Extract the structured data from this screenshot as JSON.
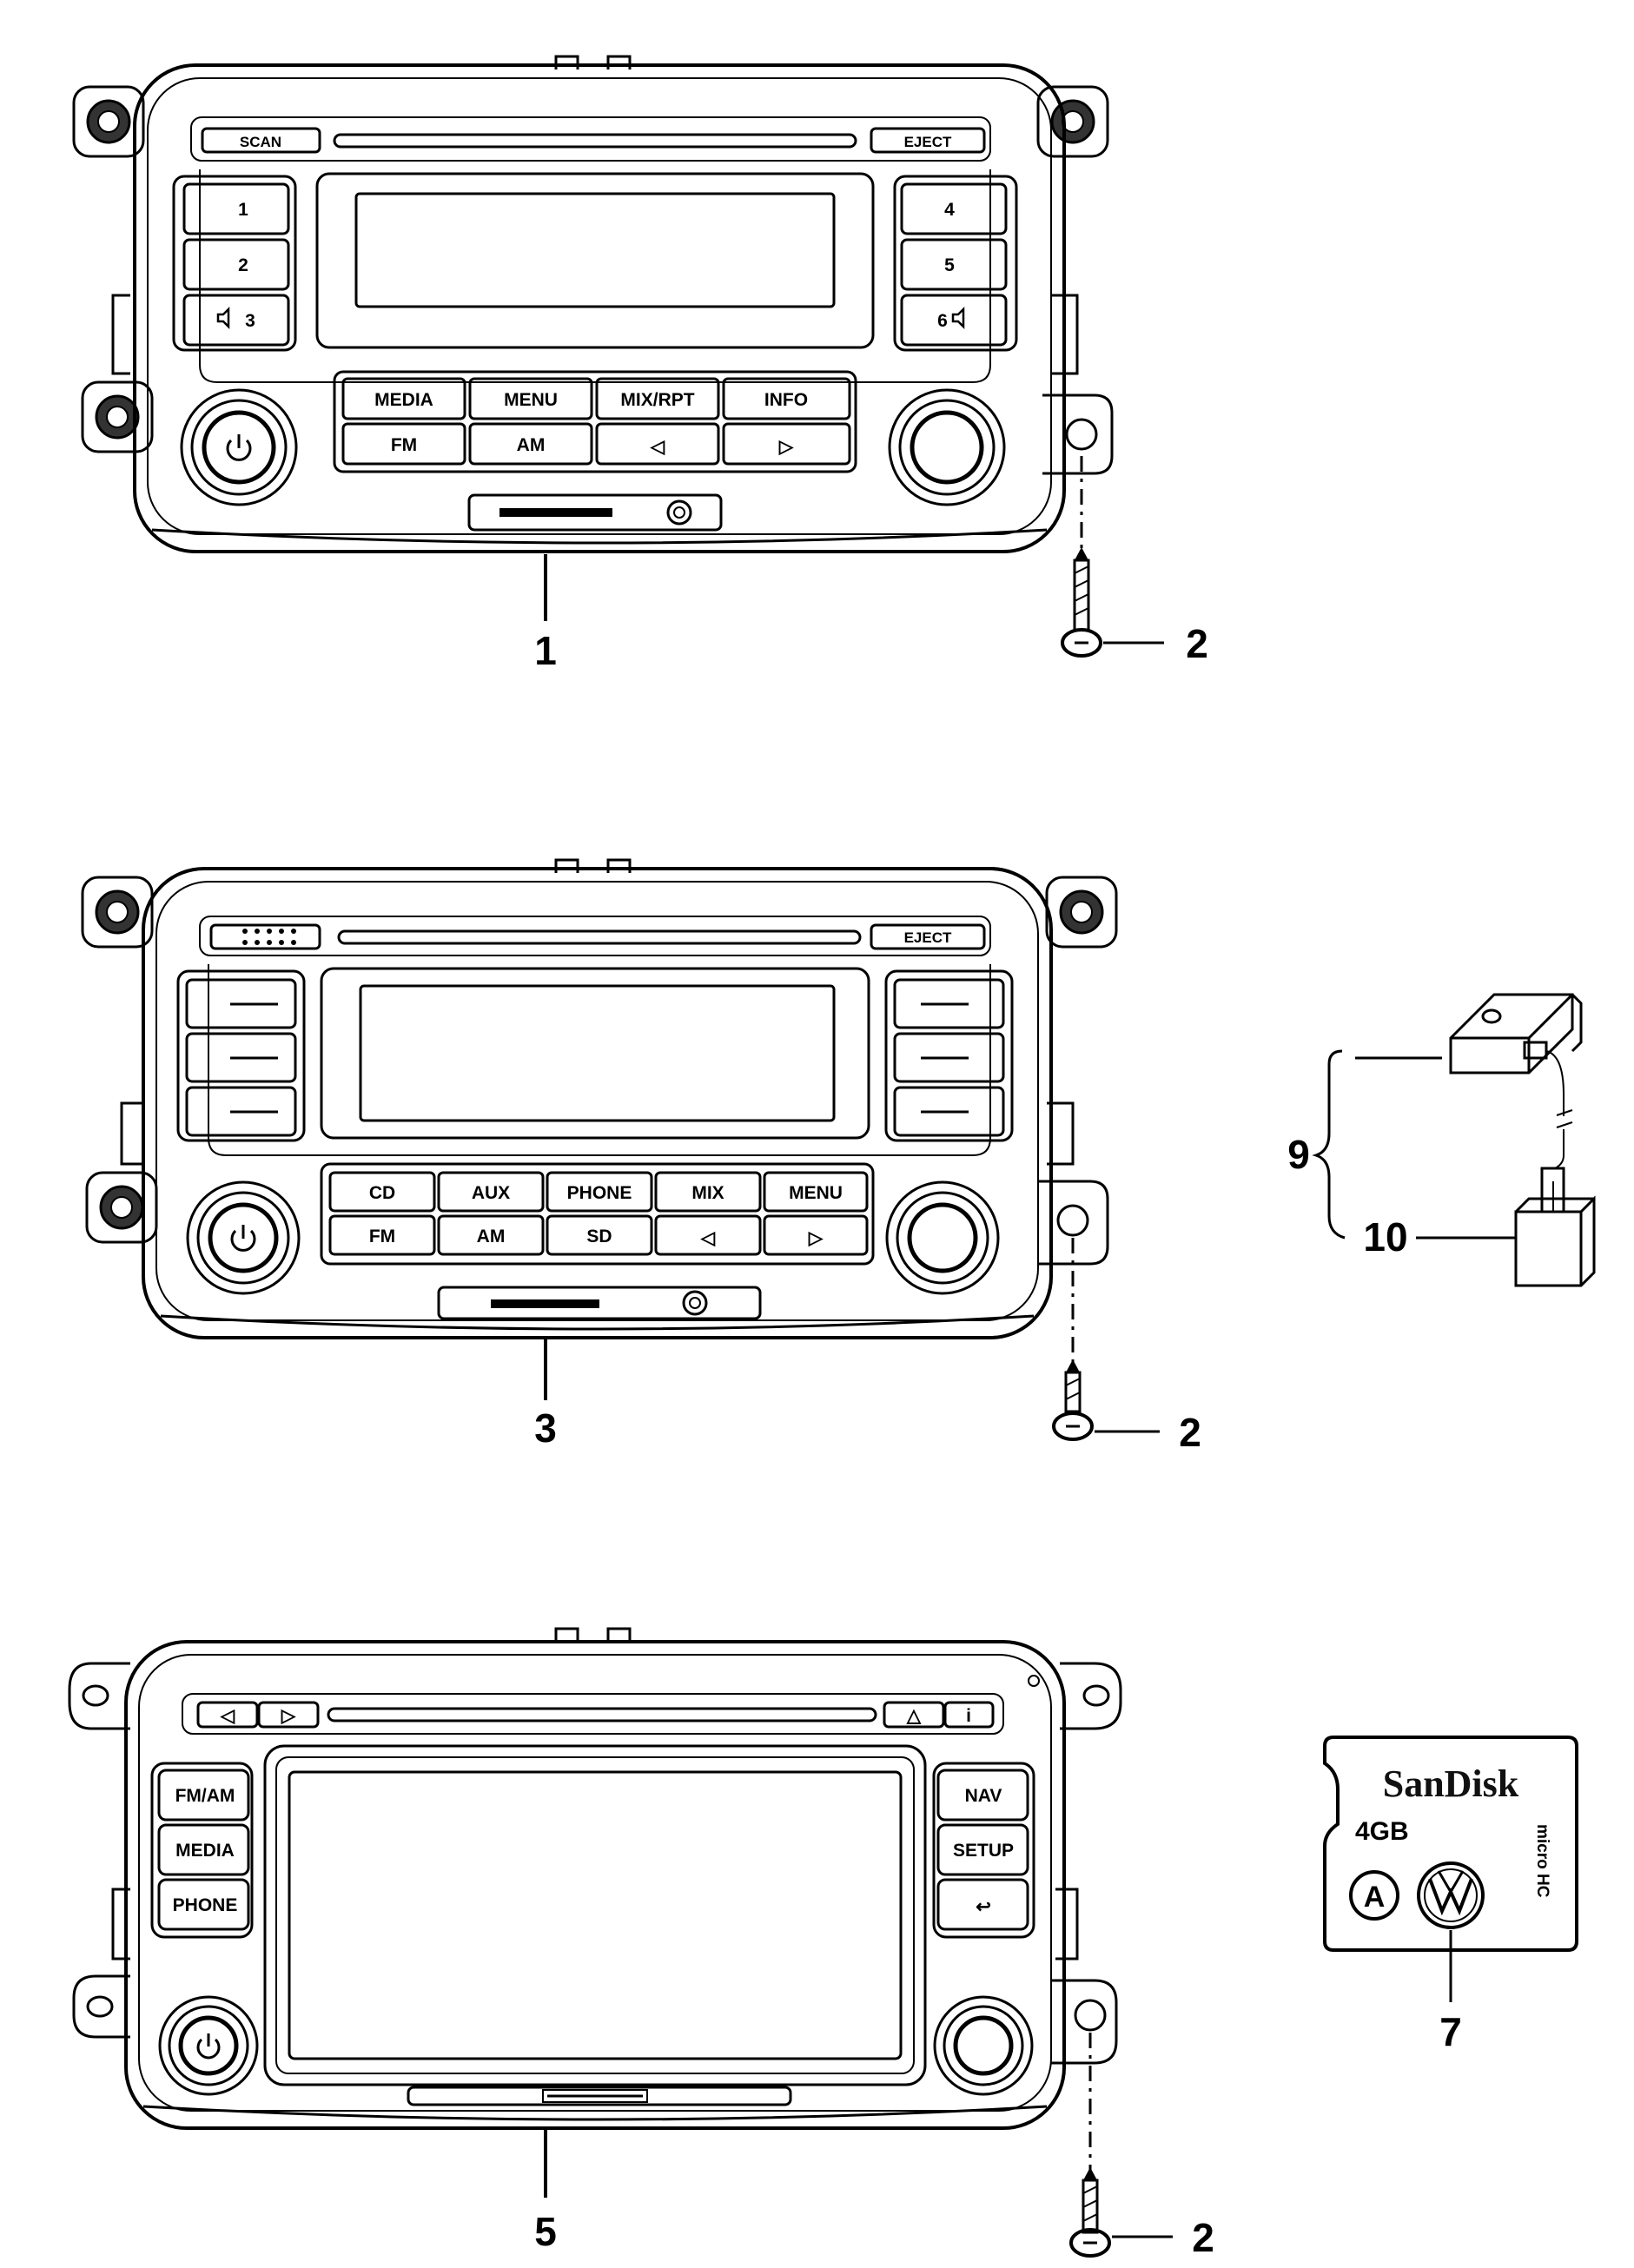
{
  "unit1": {
    "callout": "1",
    "top_buttons": {
      "left": "SCAN",
      "right": "EJECT"
    },
    "left_presets": [
      "1",
      "2",
      "3"
    ],
    "right_presets": [
      "4",
      "5",
      "6"
    ],
    "row1": [
      "MEDIA",
      "MENU",
      "MIX/RPT",
      "INFO"
    ],
    "row2": [
      "FM",
      "AM",
      "◁",
      "▷"
    ]
  },
  "unit3": {
    "callout": "3",
    "top_buttons": {
      "left": "",
      "right": "EJECT"
    },
    "row1": [
      "CD",
      "AUX",
      "PHONE",
      "MIX",
      "MENU"
    ],
    "row2": [
      "FM",
      "AM",
      "SD",
      "◁",
      "▷"
    ]
  },
  "unit5": {
    "callout": "5",
    "top_buttons": {
      "left1": "◁",
      "left2": "▷",
      "right1": "△",
      "right2": "i"
    },
    "left_buttons": [
      "FM/AM",
      "MEDIA",
      "PHONE"
    ],
    "right_buttons": [
      "NAV",
      "SETUP",
      "↩"
    ]
  },
  "screw_callout": "2",
  "cable_callouts": {
    "upper": "9",
    "lower": "10"
  },
  "sdcard": {
    "callout": "7",
    "brand": "SanDisk",
    "capacity": "4GB",
    "class_mark": "A",
    "vertical_mark": "micro HC"
  },
  "icons": [
    "power-icon",
    "knob-icon",
    "speaker-icon",
    "screw-icon",
    "vw-logo-icon"
  ]
}
